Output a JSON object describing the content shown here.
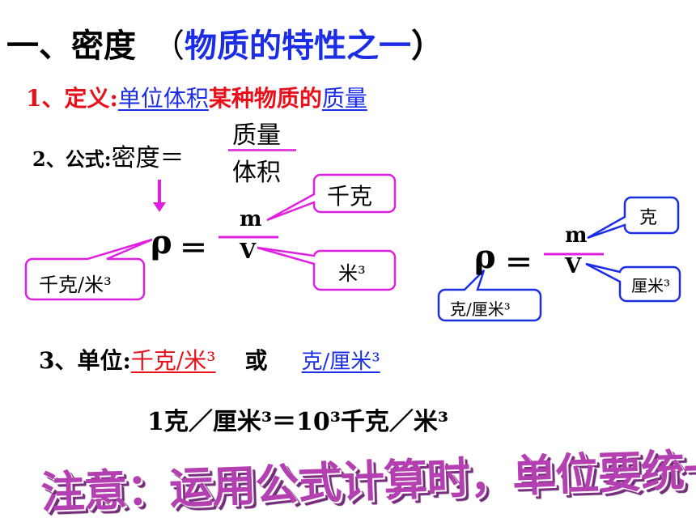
{
  "title": {
    "main": "一、密度",
    "paren_open": "（",
    "sub": "物质的特性之一",
    "paren_close": "）"
  },
  "definition": {
    "prefix": "1、定义:",
    "part1": "单位体积",
    "part2": "某种物质的",
    "part3": "质量"
  },
  "formula": {
    "label": "2、公式:",
    "lhs": "密度＝",
    "numerator": "质量",
    "denominator": "体积"
  },
  "formula_si": {
    "rho": "ρ",
    "eq": "＝",
    "m": "m",
    "v": "V",
    "callout_m": "千克",
    "callout_v": "米³",
    "callout_rho": "千克/米³",
    "colors": {
      "border": "#e020e0"
    }
  },
  "formula_cgs": {
    "rho": "ρ",
    "eq": "＝",
    "m": "m",
    "v": "V",
    "callout_m": "克",
    "callout_v": "厘米³",
    "callout_rho": "克/厘米³",
    "colors": {
      "border": "#1b2ee6"
    }
  },
  "units": {
    "label": "3、单位:",
    "si": "千克/米³",
    "or": "或",
    "cgs": "克/厘米³"
  },
  "conversion": "1克／厘米³＝10³千克／米³",
  "note": "注意：运用公式计算时，单位要统一！！"
}
